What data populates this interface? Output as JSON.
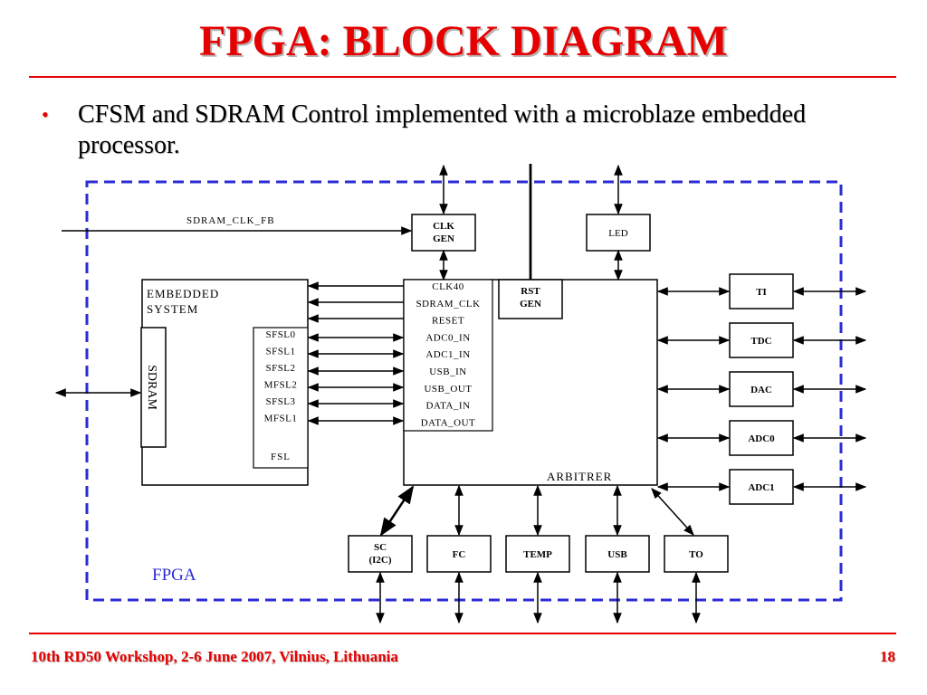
{
  "slide": {
    "title": "FPGA: BLOCK DIAGRAM",
    "bullet": "CFSM and SDRAM Control implemented with a microblaze embedded processor.",
    "footer_left": "10th RD50 Workshop, 2-6 June 2007, Vilnius, Lithuania",
    "footer_right": "18"
  },
  "colors": {
    "title": "#e60000",
    "boundary": "#2b2bd6",
    "line": "#000000"
  },
  "diagram": {
    "fpga_label": "FPGA",
    "input_signal": "SDRAM_CLK_FB",
    "clkgen": [
      "CLK",
      "GEN"
    ],
    "led": "LED",
    "rstgen": [
      "RST",
      "GEN"
    ],
    "embedded_system": [
      "EMBEDDED",
      "SYSTEM"
    ],
    "sdram": "SDRAM",
    "fsl_ports": [
      "SFSL0",
      "SFSL1",
      "SFSL2",
      "MFSL2",
      "SFSL3",
      "MFSL1"
    ],
    "fsl_label": "FSL",
    "arbiter_ports": [
      "CLK40",
      "SDRAM_CLK",
      "RESET",
      "ADC0_IN",
      "ADC1_IN",
      "USB_IN",
      "USB_OUT",
      "DATA_IN",
      "DATA_OUT"
    ],
    "arbiter_label": "ARBITRER",
    "right_blocks": [
      "TI",
      "TDC",
      "DAC",
      "ADC0",
      "ADC1"
    ],
    "bottom_blocks": [
      [
        "SC",
        "(I2C)"
      ],
      [
        "FC"
      ],
      [
        "TEMP"
      ],
      [
        "USB"
      ],
      [
        "TO"
      ]
    ]
  }
}
